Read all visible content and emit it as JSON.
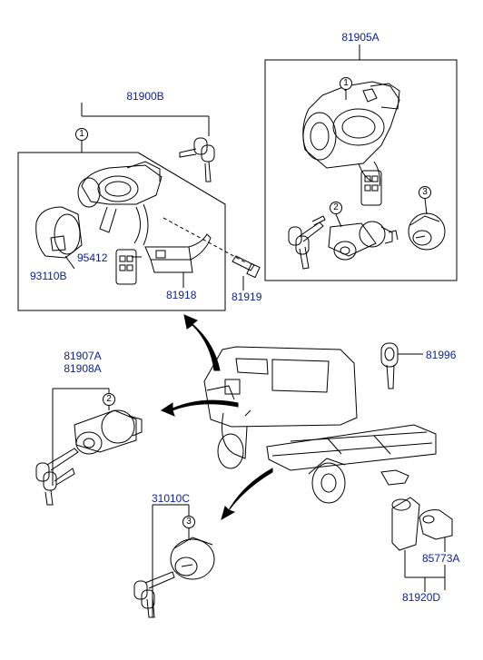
{
  "diagram": {
    "part_labels": {
      "p81905A": "81905A",
      "p81900B": "81900B",
      "p95412": "95412",
      "p93110B": "93110B",
      "p81918": "81918",
      "p81919": "81919",
      "p81907A": "81907A",
      "p81908A": "81908A",
      "p81996": "81996",
      "p31010C": "31010C",
      "p85773A": "85773A",
      "p81920D": "81920D"
    },
    "callouts": {
      "c1_left": "1",
      "c1_right": "1",
      "c2_right": "2",
      "c3_right": "3",
      "c2_door": "2",
      "c3_fuel": "3"
    },
    "colors": {
      "label_text": "#0a1f8f",
      "line_art": "#000000",
      "background": "#ffffff"
    }
  }
}
